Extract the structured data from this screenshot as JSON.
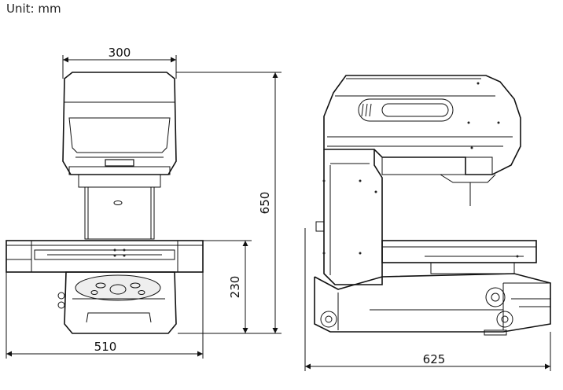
{
  "unit_label": "Unit: mm",
  "dimensions": {
    "width_top": "300",
    "height_total": "650",
    "height_table": "230",
    "width_base": "510",
    "depth_side": "625"
  },
  "colors": {
    "line": "#111111",
    "background": "#ffffff"
  }
}
